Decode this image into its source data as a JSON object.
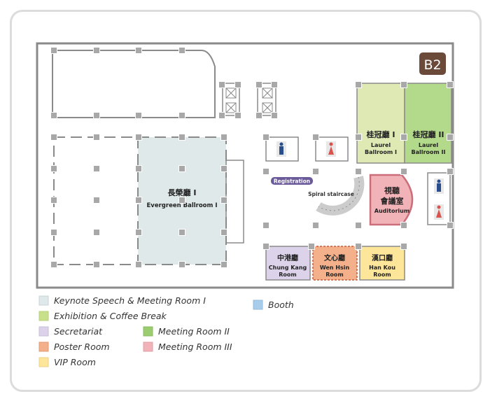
{
  "floor_badge": {
    "label": "B2",
    "color": "#6b4a3a"
  },
  "rooms": {
    "evergreen": {
      "name_zh": "長榮廳 I",
      "name_en": "Evergreen Ballroom I",
      "color": "#dfe9ea"
    },
    "laurel1": {
      "name_zh": "桂冠廳 I",
      "name_en_1": "Laurel",
      "name_en_2": "Ballroom I",
      "color": "#dfe9b4"
    },
    "laurel2": {
      "name_zh": "桂冠廳 II",
      "name_en_1": "Laurel",
      "name_en_2": "Ballroom II",
      "color": "#b3d98a"
    },
    "auditorium": {
      "name_zh_1": "視聽",
      "name_zh_2": "會議室",
      "name_en": "Auditorium",
      "color": "#f2b3b8"
    },
    "chungkang": {
      "name_zh": "中港廳",
      "name_en_1": "Chung Kang",
      "name_en_2": "Room",
      "color": "#dcd3ea"
    },
    "wenhsin": {
      "name_zh": "文心廳",
      "name_en_1": "Wen Hsin",
      "name_en_2": "Room",
      "color": "#f3b08a"
    },
    "hankou": {
      "name_zh": "漢口廳",
      "name_en_1": "Han Kou",
      "name_en_2": "Room",
      "color": "#fde59a"
    }
  },
  "labels": {
    "registration": "Registration",
    "spiral": "Spiral staircase"
  },
  "colors": {
    "wall": "#888888",
    "pillar": "#a8a8a8",
    "registration": "#6b5b9a",
    "restroom_male": "#2a4d8c",
    "restroom_female": "#d9534f"
  },
  "icons": {
    "male": "man-restroom-icon",
    "female": "woman-restroom-icon",
    "elevator": "elevator-icon"
  },
  "legend": [
    {
      "label": "Keynote Speech & Meeting Room I",
      "color": "#dfe9ea"
    },
    {
      "label": "Exhibition & Coffee Break",
      "color": "#c9e08a"
    },
    {
      "label": "Secretariat",
      "color": "#dcd3ea"
    },
    {
      "label": "Poster Room",
      "color": "#f3b08a"
    },
    {
      "label": "VIP Room",
      "color": "#fde59a"
    },
    {
      "label": "Meeting Room II",
      "color": "#9ccc70"
    },
    {
      "label": "Meeting Room III",
      "color": "#f2b3b8"
    },
    {
      "label": "Booth",
      "color": "#a8cdeb"
    }
  ]
}
